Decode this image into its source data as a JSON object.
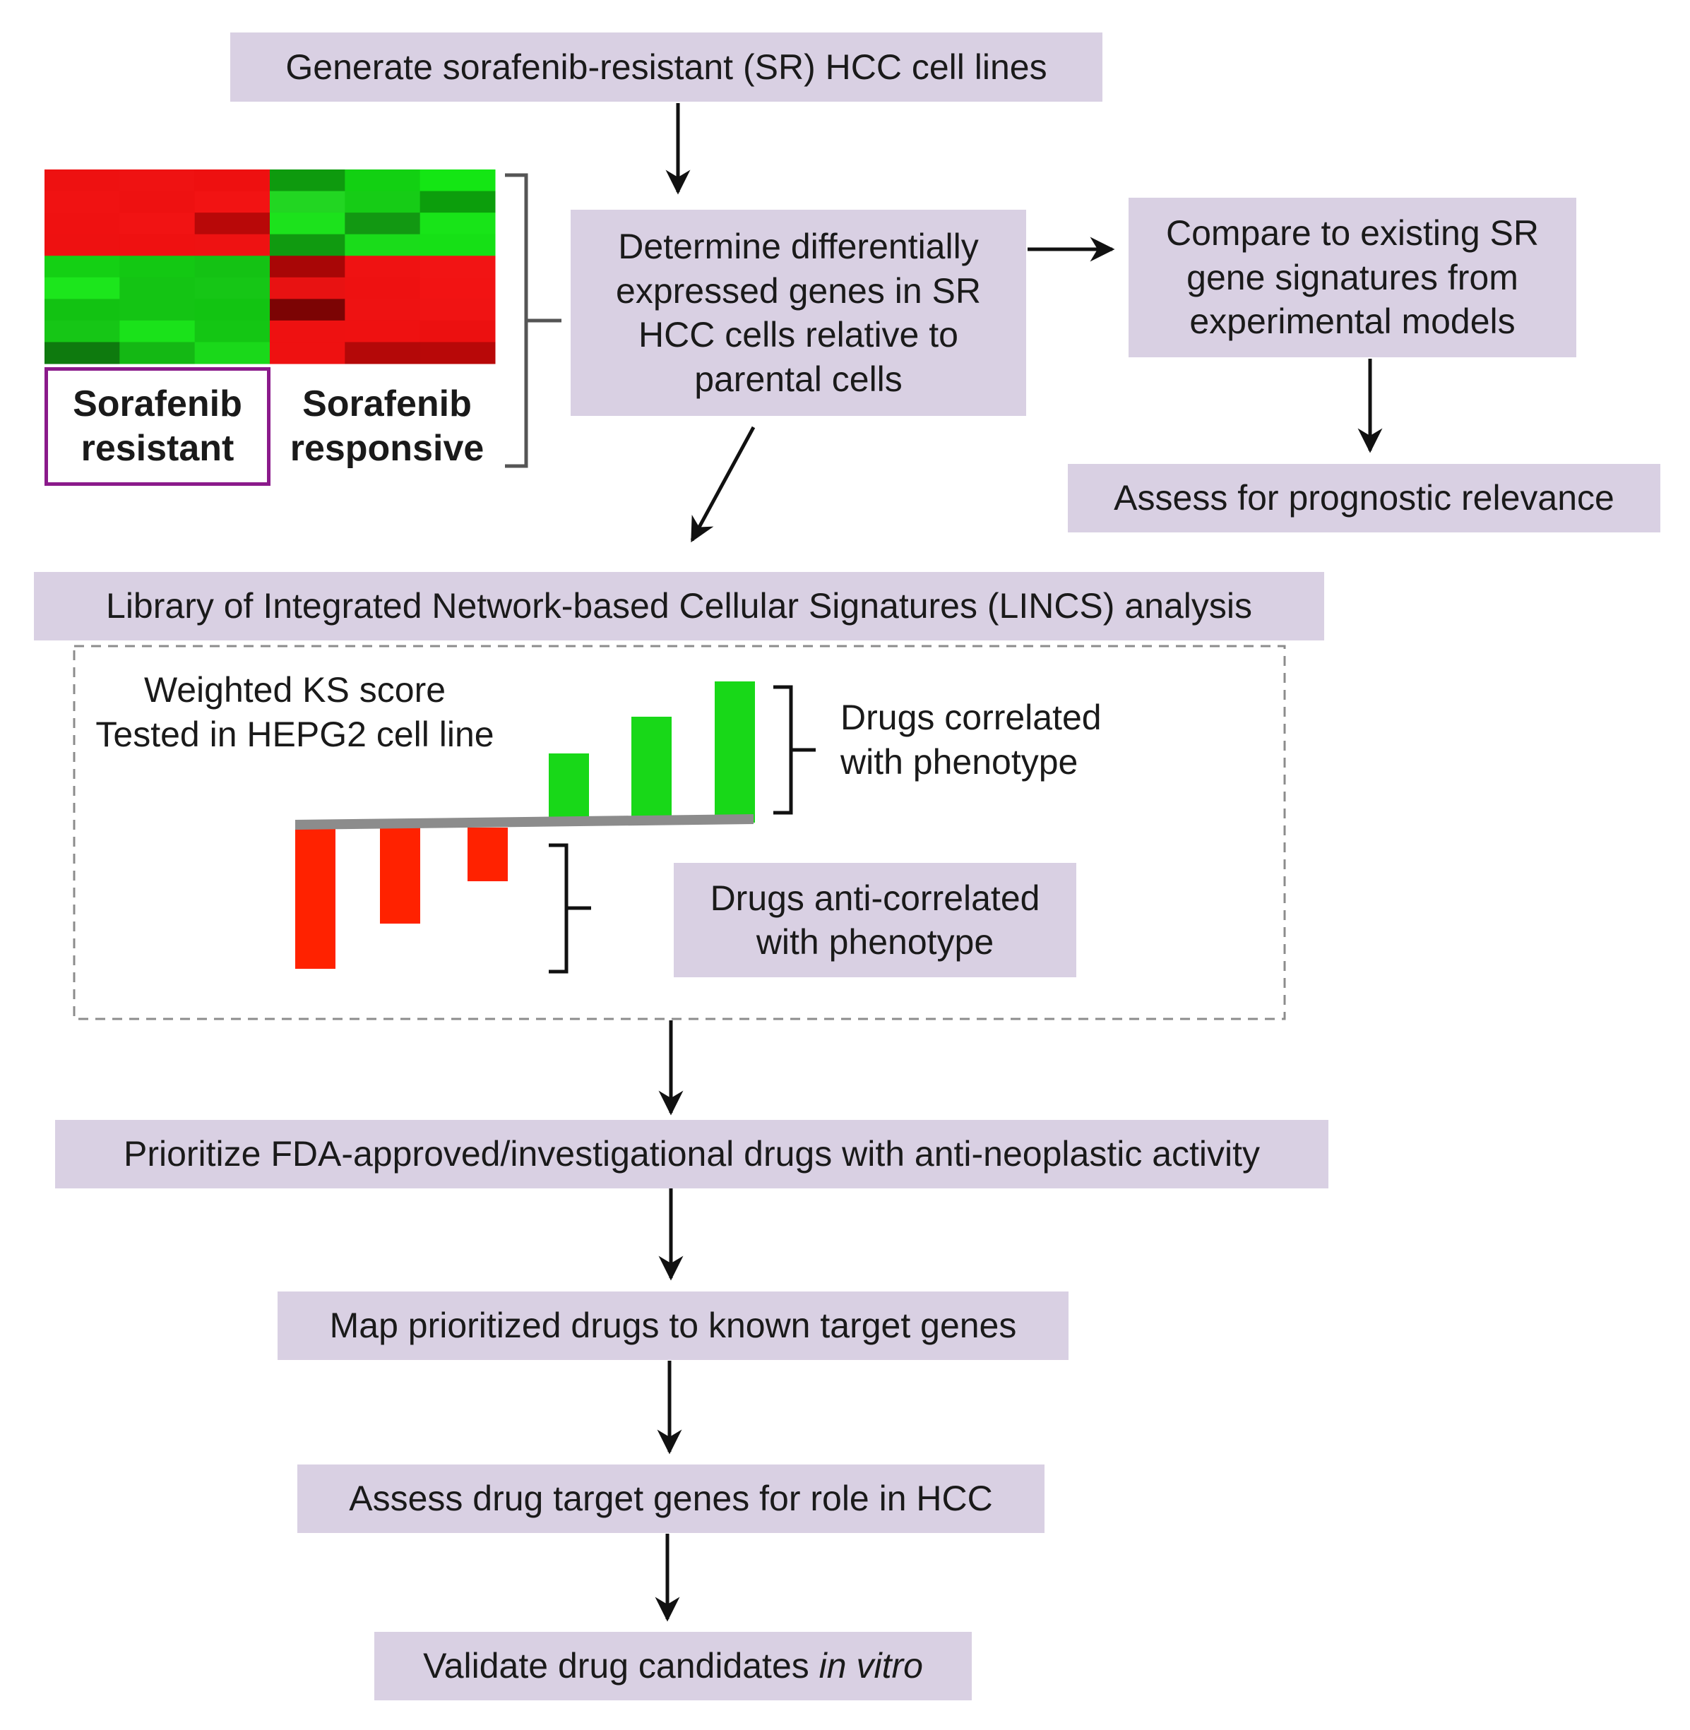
{
  "steps": {
    "generate": "Generate sorafenib-resistant (SR) HCC cell lines",
    "determine": "Determine differentially expressed genes in SR HCC cells relative to parental cells",
    "compare": "Compare to existing SR gene signatures from experimental models",
    "assess_prognostic": "Assess for prognostic relevance",
    "lincs": "Library of Integrated Network-based Cellular Signatures (LINCS) analysis",
    "prioritize": "Prioritize FDA-approved/investigational drugs with anti-neoplastic activity",
    "map": "Map prioritized drugs to known target genes",
    "assess_targets": "Assess drug target genes for role in HCC",
    "validate_prefix": "Validate drug candidates ",
    "validate_italic": "in vitro"
  },
  "heatmap": {
    "label_resistant": "Sorafenib resistant",
    "label_responsive": "Sorafenib responsive",
    "cells": [
      [
        "#ee1111",
        "#ef1212",
        "#ee1010",
        "#0e9a0e",
        "#12d012",
        "#14e614"
      ],
      [
        "#f01212",
        "#ee1111",
        "#f21313",
        "#22d622",
        "#16cc16",
        "#0c9e0c"
      ],
      [
        "#ef1111",
        "#f11313",
        "#b80808",
        "#1ce21c",
        "#129812",
        "#18e418"
      ],
      [
        "#ee1111",
        "#ef1111",
        "#ee1212",
        "#109a10",
        "#1adc1a",
        "#16e016"
      ],
      [
        "#14d014",
        "#13c813",
        "#14c214",
        "#a80606",
        "#ef1212",
        "#f21414"
      ],
      [
        "#1ce61c",
        "#14c414",
        "#16c616",
        "#e81212",
        "#ee1111",
        "#f21313"
      ],
      [
        "#12c212",
        "#14c414",
        "#12c412",
        "#7c0404",
        "#ee1212",
        "#f01313"
      ],
      [
        "#16c616",
        "#1ae21a",
        "#14c614",
        "#ee1111",
        "#ef1111",
        "#ec1010"
      ],
      [
        "#0e7a0e",
        "#14b814",
        "#1ad81a",
        "#ee1111",
        "#b40808",
        "#b80808"
      ]
    ]
  },
  "lincs_panel": {
    "score_title": "Weighted KS score",
    "cell_line": "Tested in HEPG2 cell line",
    "correlated_label": "Drugs correlated with phenotype",
    "anticorrelated_label": "Drugs anti-correlated with phenotype",
    "scores_anticorrelated": [
      -1.0,
      -0.68,
      -0.38
    ],
    "scores_correlated": [
      0.46,
      0.75,
      1.0
    ],
    "colors": {
      "positive": "#18d818",
      "negative": "#ff2200",
      "baseline": "#8c8c8c",
      "box_fill": "#d9d0e3"
    }
  }
}
